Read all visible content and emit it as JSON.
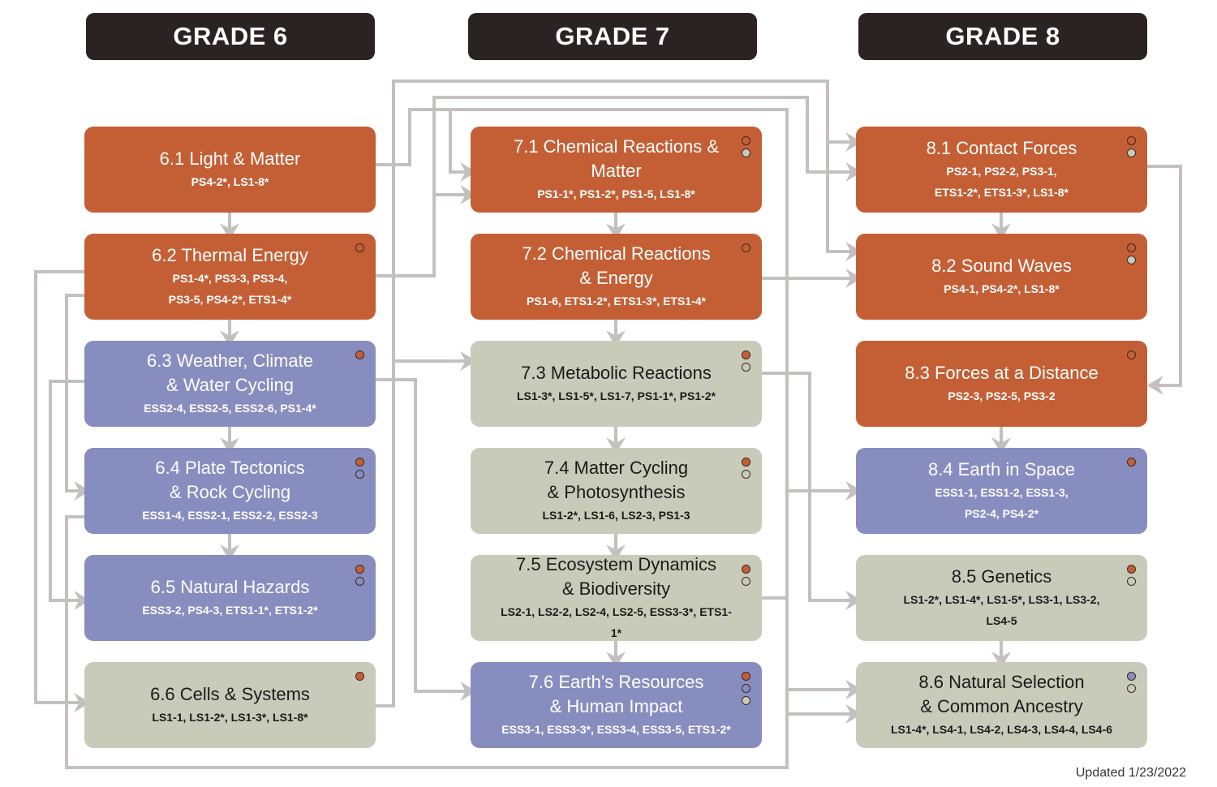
{
  "colors": {
    "orange": "#c45f35",
    "purple": "#888dc0",
    "green": "#c9cbba",
    "header": "#2b2323",
    "connector": "#c4c0c0",
    "empty": "transparent"
  },
  "columns": [
    {
      "header": "GRADE 6",
      "boxes": [
        {
          "title": [
            "6.1 Light & Matter"
          ],
          "codes": [
            "PS4-2*, LS1-8*"
          ],
          "color": "orange",
          "dots": []
        },
        {
          "title": [
            "6.2 Thermal Energy"
          ],
          "codes": [
            "PS1-4*, PS3-3, PS3-4,",
            "PS3-5, PS4-2*, ETS1-4*"
          ],
          "color": "orange",
          "dots": [
            "empty"
          ]
        },
        {
          "title": [
            "6.3 Weather, Climate",
            "& Water Cycling"
          ],
          "codes": [
            "ESS2-4, ESS2-5, ESS2-6, PS1-4*"
          ],
          "color": "purple",
          "dots": [
            "orange"
          ]
        },
        {
          "title": [
            "6.4 Plate Tectonics",
            "& Rock Cycling"
          ],
          "codes": [
            "ESS1-4, ESS2-1, ESS2-2, ESS2-3"
          ],
          "color": "purple",
          "dots": [
            "orange",
            "empty"
          ]
        },
        {
          "title": [
            "6.5 Natural Hazards"
          ],
          "codes": [
            "ESS3-2, PS4-3, ETS1-1*, ETS1-2*"
          ],
          "color": "purple",
          "dots": [
            "orange",
            "empty"
          ]
        },
        {
          "title": [
            "6.6 Cells & Systems"
          ],
          "codes": [
            "LS1-1, LS1-2*, LS1-3*, LS1-8*"
          ],
          "color": "green",
          "dots": [
            "orange"
          ]
        }
      ]
    },
    {
      "header": "GRADE 7",
      "boxes": [
        {
          "title": [
            "7.1 Chemical Reactions &",
            "Matter"
          ],
          "codes": [
            "PS1-1*, PS1-2*, PS1-5, LS1-8*"
          ],
          "color": "orange",
          "dots": [
            "empty",
            "green"
          ]
        },
        {
          "title": [
            "7.2 Chemical Reactions",
            "& Energy"
          ],
          "codes": [
            "PS1-6, ETS1-2*, ETS1-3*, ETS1-4*"
          ],
          "color": "orange",
          "dots": [
            "empty"
          ]
        },
        {
          "title": [
            "7.3 Metabolic Reactions"
          ],
          "codes": [
            "LS1-3*, LS1-5*, LS1-7, PS1-1*, PS1-2*"
          ],
          "color": "green",
          "dots": [
            "orange",
            "empty"
          ]
        },
        {
          "title": [
            "7.4 Matter Cycling",
            "& Photosynthesis"
          ],
          "codes": [
            "LS1-2*, LS1-6, LS2-3, PS1-3"
          ],
          "color": "green",
          "dots": [
            "orange",
            "empty"
          ]
        },
        {
          "title": [
            "7.5 Ecosystem Dynamics",
            "& Biodiversity"
          ],
          "codes": [
            "LS2-1, LS2-2, LS2-4, LS2-5, ESS3-3*, ETS1-1*"
          ],
          "color": "green",
          "dots": [
            "orange",
            "empty"
          ]
        },
        {
          "title": [
            "7.6 Earth's Resources",
            "& Human Impact"
          ],
          "codes": [
            "ESS3-1, ESS3-3*, ESS3-4, ESS3-5, ETS1-2*"
          ],
          "color": "purple",
          "dots": [
            "orange",
            "empty",
            "green"
          ]
        }
      ]
    },
    {
      "header": "GRADE 8",
      "boxes": [
        {
          "title": [
            "8.1 Contact Forces"
          ],
          "codes": [
            "PS2-1, PS2-2, PS3-1,",
            "ETS1-2*, ETS1-3*, LS1-8*"
          ],
          "color": "orange",
          "dots": [
            "empty",
            "green"
          ]
        },
        {
          "title": [
            "8.2 Sound Waves"
          ],
          "codes": [
            "PS4-1, PS4-2*, LS1-8*"
          ],
          "color": "orange",
          "dots": [
            "empty",
            "green"
          ]
        },
        {
          "title": [
            "8.3 Forces at a Distance"
          ],
          "codes": [
            "PS2-3, PS2-5, PS3-2"
          ],
          "color": "orange",
          "dots": [
            "empty"
          ]
        },
        {
          "title": [
            "8.4 Earth in Space"
          ],
          "codes": [
            "ESS1-1, ESS1-2, ESS1-3,",
            "PS2-4, PS4-2*"
          ],
          "color": "purple",
          "dots": [
            "orange"
          ]
        },
        {
          "title": [
            "8.5 Genetics"
          ],
          "codes": [
            "LS1-2*, LS1-4*, LS1-5*, LS3-1, LS3-2,",
            "LS4-5"
          ],
          "color": "green",
          "dots": [
            "orange",
            "empty"
          ]
        },
        {
          "title": [
            "8.6 Natural Selection",
            "& Common Ancestry"
          ],
          "codes": [
            "LS1-4*, LS4-1, LS4-2, LS4-3, LS4-4, LS4-6"
          ],
          "color": "green",
          "dots": [
            "purple",
            "empty"
          ]
        }
      ]
    }
  ],
  "footer": {
    "updated": "Updated 1/23/2022"
  }
}
